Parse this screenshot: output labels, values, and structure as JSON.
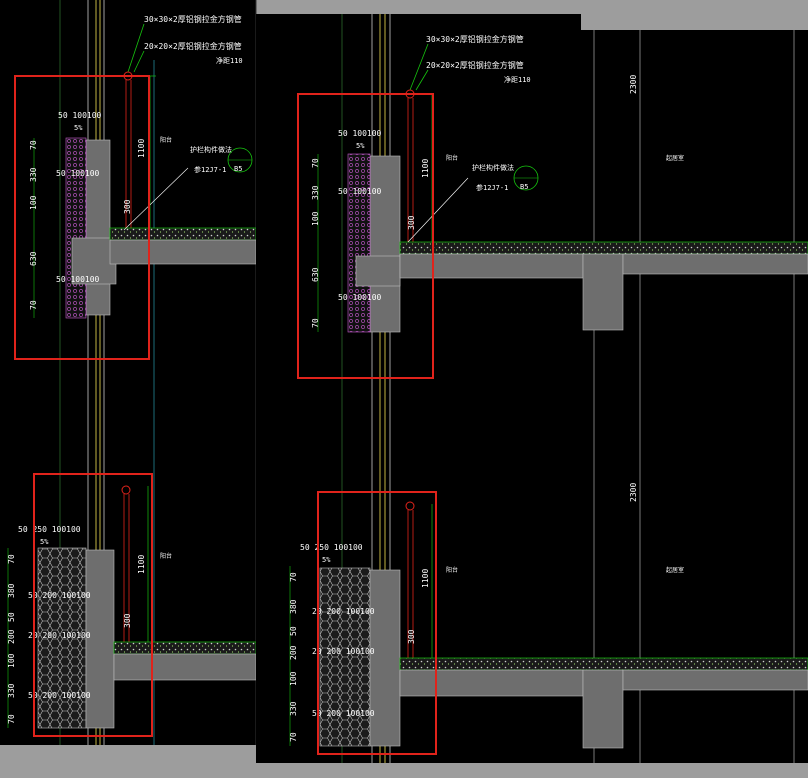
{
  "colors": {
    "background": "#000000",
    "outer": "#9d9d9d",
    "concrete": "#6e6e6e",
    "highlight_box": "#e0231b",
    "annotation": "#ffffff",
    "green": "#16c40f",
    "yellow": "#d8c84a",
    "cyan": "#2fb6c8",
    "magenta": "#d05ad8"
  },
  "left_panel": {
    "top_detail": {
      "label_pipe1": "30×30×2厚铝钢拉金方钢管",
      "label_pipe2": "20×20×2厚铝钢拉金方钢管",
      "label_spacing": "净距110",
      "dim_top": "50 100100",
      "slope": "5%",
      "dim_mid1": "50 100100",
      "dim_mid2": "50 100100",
      "v_dims": [
        "70",
        "330",
        "100",
        "630",
        "70"
      ],
      "h_dims": [
        "1100",
        "300"
      ],
      "note_railing": "护栏构件做法",
      "ref_std": "参12J7-1",
      "ref_num": "B5",
      "room": "阳台"
    },
    "bottom_detail": {
      "dim_top": "50 250  100100",
      "slope": "5%",
      "rows": [
        "50 200 100100",
        "20 200 100100",
        "50 200 100100"
      ],
      "v_dims": [
        "70",
        "380",
        "50",
        "200",
        "100",
        "330",
        "70"
      ],
      "h_dims": [
        "1100",
        "300"
      ],
      "room": "阳台"
    }
  },
  "right_panel": {
    "top_detail": {
      "label_pipe1": "30×30×2厚铝钢拉金方钢管",
      "label_pipe2": "20×20×2厚铝钢拉金方钢管",
      "label_spacing": "净距110",
      "dim_top": "50 100100",
      "slope": "5%",
      "dim_mid1": "50 100100",
      "dim_mid2": "50 100100",
      "v_dims": [
        "70",
        "330",
        "100",
        "630",
        "70"
      ],
      "h_dims": [
        "1100",
        "300"
      ],
      "note_railing": "护栏构件做法",
      "ref_std": "参12J7-1",
      "ref_num": "B5",
      "room_a": "阳台",
      "room_b": "起居室"
    },
    "bottom_detail": {
      "dim_top": "50 250  100100",
      "slope": "5%",
      "rows": [
        "20 200 100100",
        "20 200 100100",
        "50 200 100100"
      ],
      "v_dims": [
        "70",
        "380",
        "50",
        "200",
        "100",
        "330",
        "70"
      ],
      "h_dims": [
        "1100",
        "300"
      ],
      "room_a": "阳台",
      "room_b": "起居室"
    },
    "storey_height_top": "2300",
    "storey_height_bottom": "2300"
  }
}
